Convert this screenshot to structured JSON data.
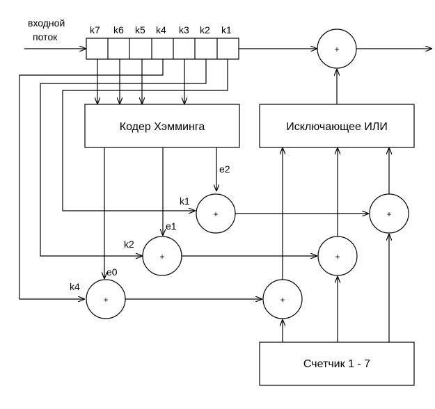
{
  "input": {
    "line1": "входной",
    "line2": "поток"
  },
  "register": {
    "cells": [
      "k7",
      "k6",
      "k5",
      "k4",
      "k3",
      "k2",
      "k1"
    ]
  },
  "blocks": {
    "encoder": "Кодер Хэмминга",
    "xor": "Исключающее ИЛИ",
    "counter": "Счетчик 1 - 7"
  },
  "signals": {
    "e2": "e2",
    "e1": "e1",
    "e0": "e0",
    "k1": "k1",
    "k2": "k2",
    "k4": "k4"
  },
  "operator": "+"
}
